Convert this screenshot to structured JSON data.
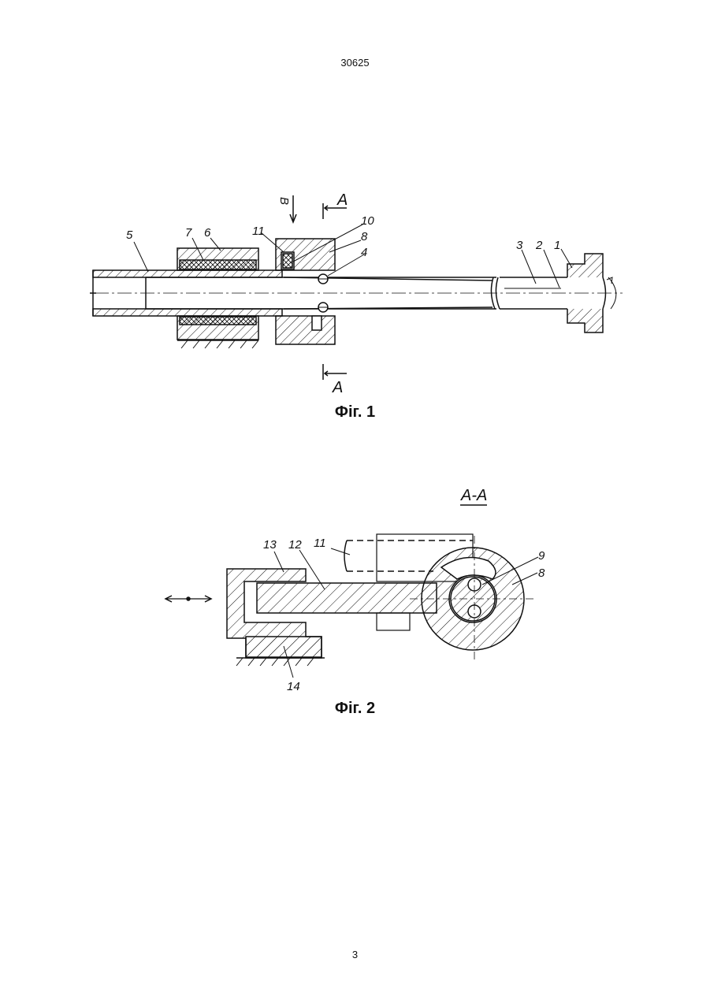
{
  "document": {
    "page_header": "30625",
    "page_footer": "3"
  },
  "figures": [
    {
      "caption": "Фіг. 1",
      "labels": {
        "part_1": "1",
        "part_2": "2",
        "part_3": "3",
        "part_4": "4",
        "part_5": "5",
        "part_6": "6",
        "part_7": "7",
        "part_8": "8",
        "part_10": "10",
        "part_11": "11",
        "view_b": "В",
        "section_top": "А",
        "section_bottom": "А"
      }
    },
    {
      "caption": "Фіг. 2",
      "section_title": "А-А",
      "labels": {
        "part_8": "8",
        "part_9": "9",
        "part_11": "11",
        "part_12": "12",
        "part_13": "13",
        "part_14": "14"
      }
    }
  ],
  "colors": {
    "ink": "#111111",
    "paper": "#ffffff"
  }
}
